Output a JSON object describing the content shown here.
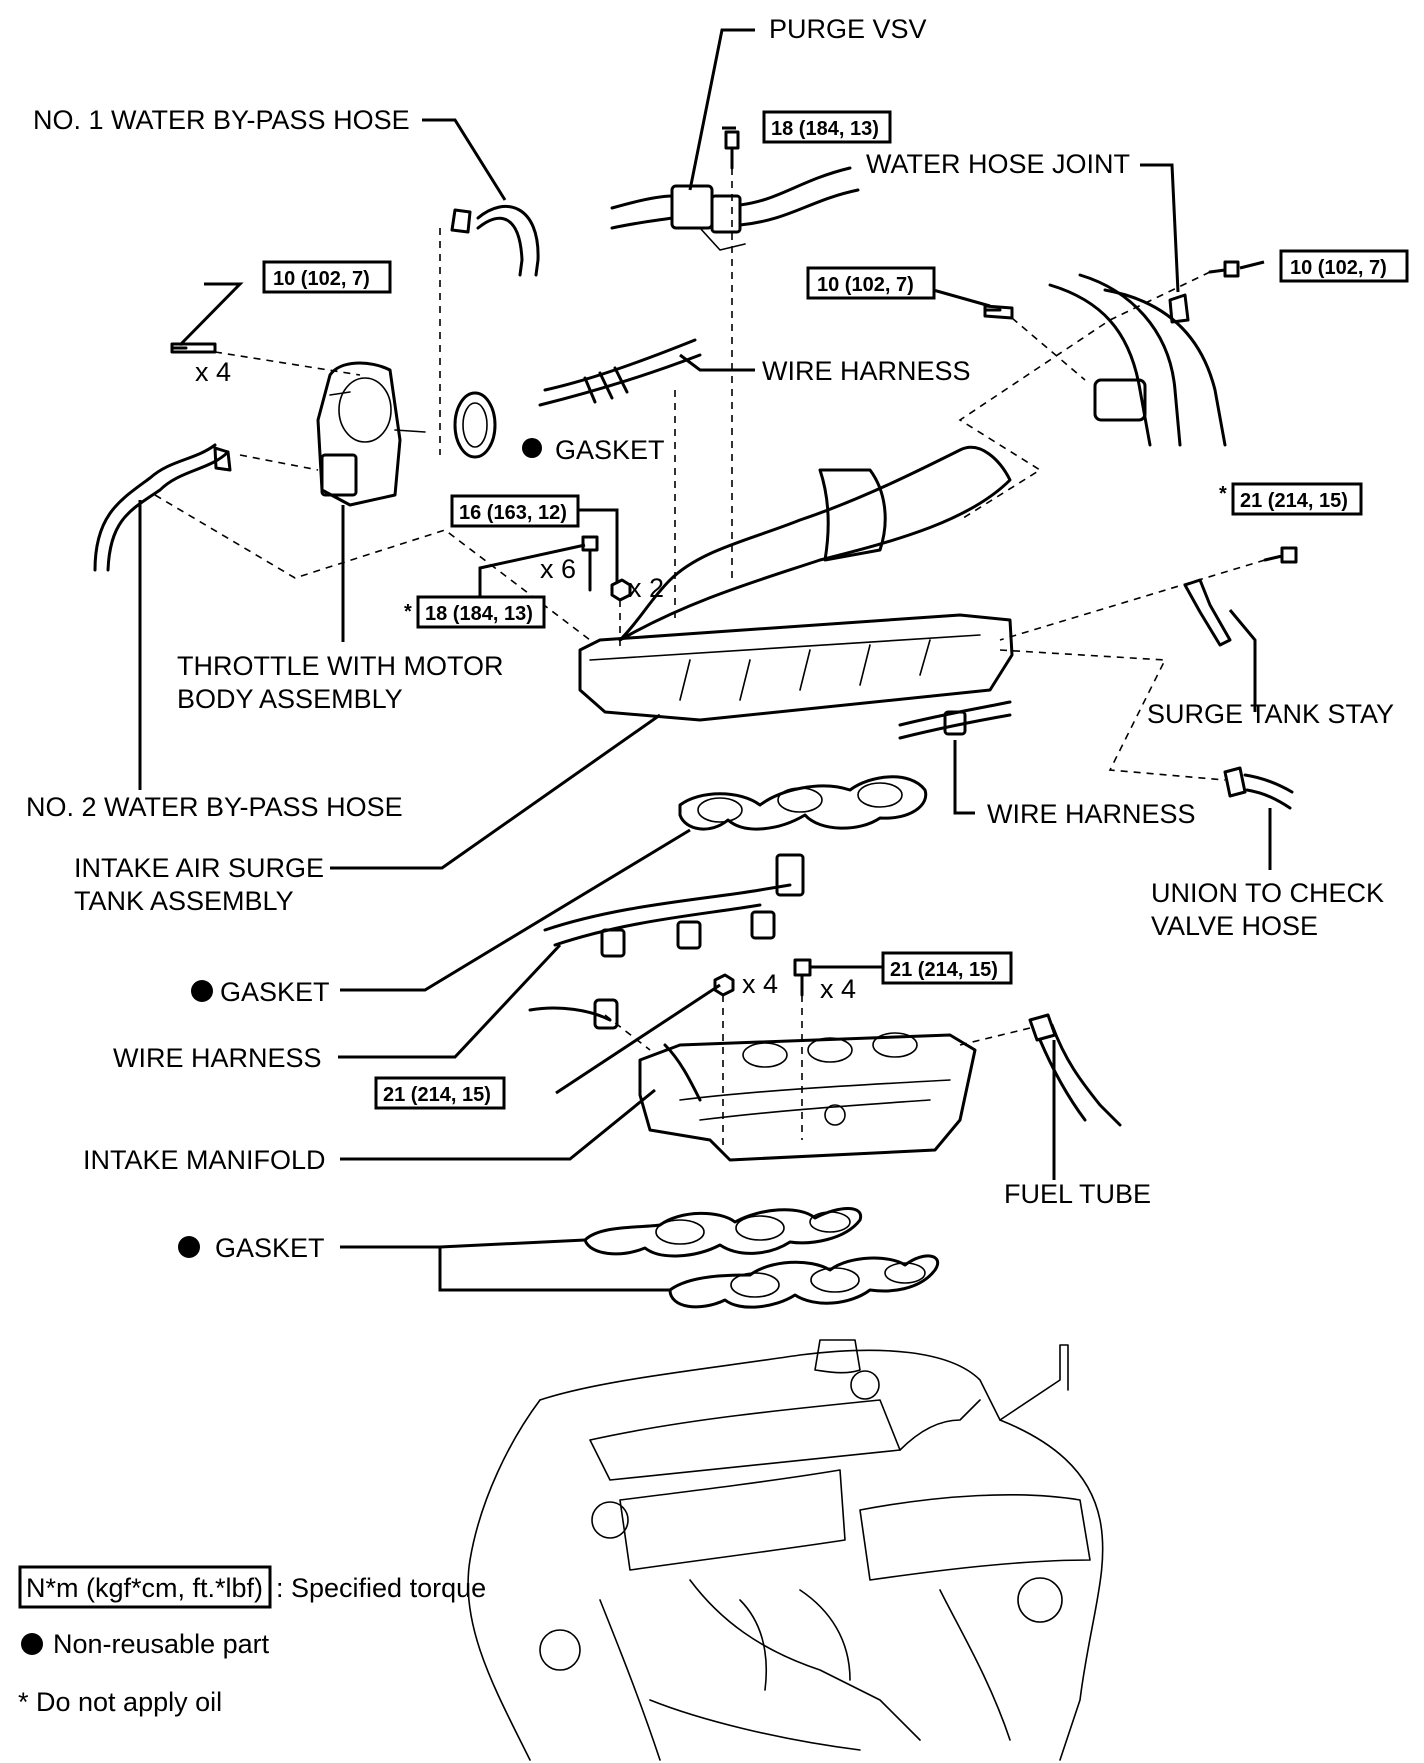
{
  "labels": {
    "purge_vsv": "PURGE VSV",
    "no1_water_bypass_hose": "NO. 1 WATER BY-PASS HOSE",
    "water_hose_joint": "WATER HOSE JOINT",
    "wire_harness_upper": "WIRE HARNESS",
    "gasket_throttle": "GASKET",
    "throttle_body_line1": "THROTTLE WITH MOTOR",
    "throttle_body_line2": "BODY ASSEMBLY",
    "surge_tank_stay": "SURGE TANK STAY",
    "no2_water_bypass_hose": "NO. 2 WATER BY-PASS HOSE",
    "wire_harness_right": "WIRE HARNESS",
    "intake_air_surge_tank_line1": "INTAKE AIR SURGE",
    "intake_air_surge_tank_line2": "TANK ASSEMBLY",
    "union_check_valve_line1": "UNION TO CHECK",
    "union_check_valve_line2": "VALVE HOSE",
    "gasket_surge_tank": "GASKET",
    "wire_harness_lower": "WIRE HARNESS",
    "intake_manifold": "INTAKE MANIFOLD",
    "fuel_tube": "FUEL TUBE",
    "gasket_manifold": "GASKET"
  },
  "torques": {
    "purge_vsv_bolt": "18 (184, 13)",
    "throttle_bolt": "10 (102, 7)",
    "water_joint_bolt_left": "10 (102, 7)",
    "water_joint_bolt_right": "10 (102, 7)",
    "surge_tank_nut": "16 (163, 12)",
    "surge_tank_bolt": "18 (184, 13)",
    "surge_tank_stay_bolt": "21 (214, 15)",
    "manifold_bolt": "21 (214, 15)",
    "manifold_nut": "21 (214, 15)"
  },
  "markers": {
    "no_oil": "*"
  },
  "quantities": {
    "throttle_bolts": "x 4",
    "surge_tank_bolts": "x 6",
    "surge_tank_nuts": "x 2",
    "manifold_nuts": "x 4",
    "manifold_bolts": "x 4"
  },
  "legend": {
    "torque_box": "N*m (kgf*cm, ft.*lbf)",
    "torque_text": ": Specified torque",
    "non_reusable": "Non-reusable part",
    "no_oil": "* Do not apply oil"
  }
}
